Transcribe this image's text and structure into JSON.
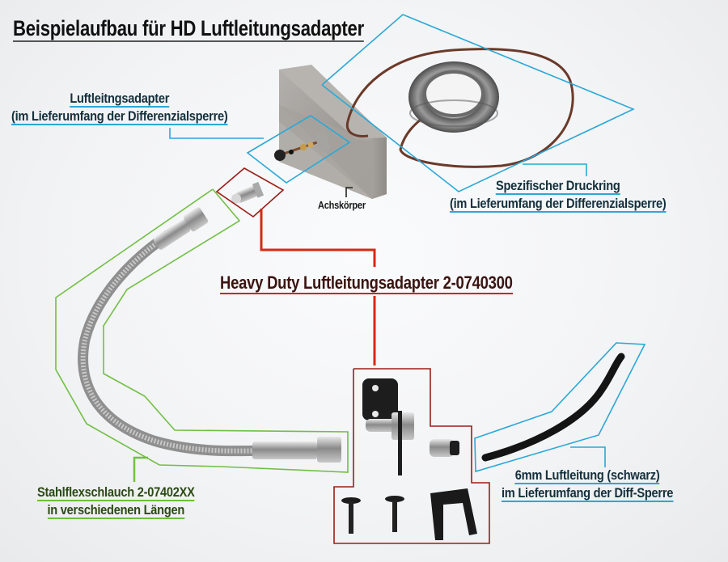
{
  "title": "Beispielaufbau für HD Luftleitungsadapter",
  "labels": {
    "adapter": {
      "line1": "Luftleitngsadapter",
      "line2": "(im Lieferumfang der Differenzialsperre)"
    },
    "druckring": {
      "line1": "Spezifischer Druckring",
      "line2": "(im Lieferumfang der Differenzialsperre)"
    },
    "achskoerper": "Achskörper",
    "hd_adapter": "Heavy Duty Luftleitungsadapter 2-0740300",
    "stahlflex": {
      "line1": "Stahlflexschlauch 2-07402XX",
      "line2": "in verschiedenen Längen"
    },
    "luftleitung": {
      "line1": "6mm Luftleitung (schwarz)",
      "line2": "im Lieferumfang der Diff-Sperre"
    }
  },
  "colors": {
    "blue_callout": "#2aa8d6",
    "red_callout": "#d42a12",
    "dark_red_box": "#9b1e18",
    "green_callout": "#72bf44",
    "background": "#f1f2f4"
  },
  "parts": [
    {
      "name": "axle-housing-block",
      "group": "druckring"
    },
    {
      "name": "pressure-ring",
      "group": "druckring"
    },
    {
      "name": "brown-air-line",
      "group": "druckring"
    },
    {
      "name": "bulkhead-air-fitting",
      "group": "adapter"
    },
    {
      "name": "hd-adapter-nipple",
      "group": "hd_adapter"
    },
    {
      "name": "braided-steel-hose",
      "group": "stahlflex"
    },
    {
      "name": "mounting-bracket-with-fitting",
      "group": "hd_adapter"
    },
    {
      "name": "push-in-connector",
      "group": "hd_adapter"
    },
    {
      "name": "screw-1",
      "group": "hd_adapter"
    },
    {
      "name": "screw-2",
      "group": "hd_adapter"
    },
    {
      "name": "retaining-clip",
      "group": "hd_adapter"
    },
    {
      "name": "black-6mm-tube",
      "group": "luftleitung"
    }
  ]
}
